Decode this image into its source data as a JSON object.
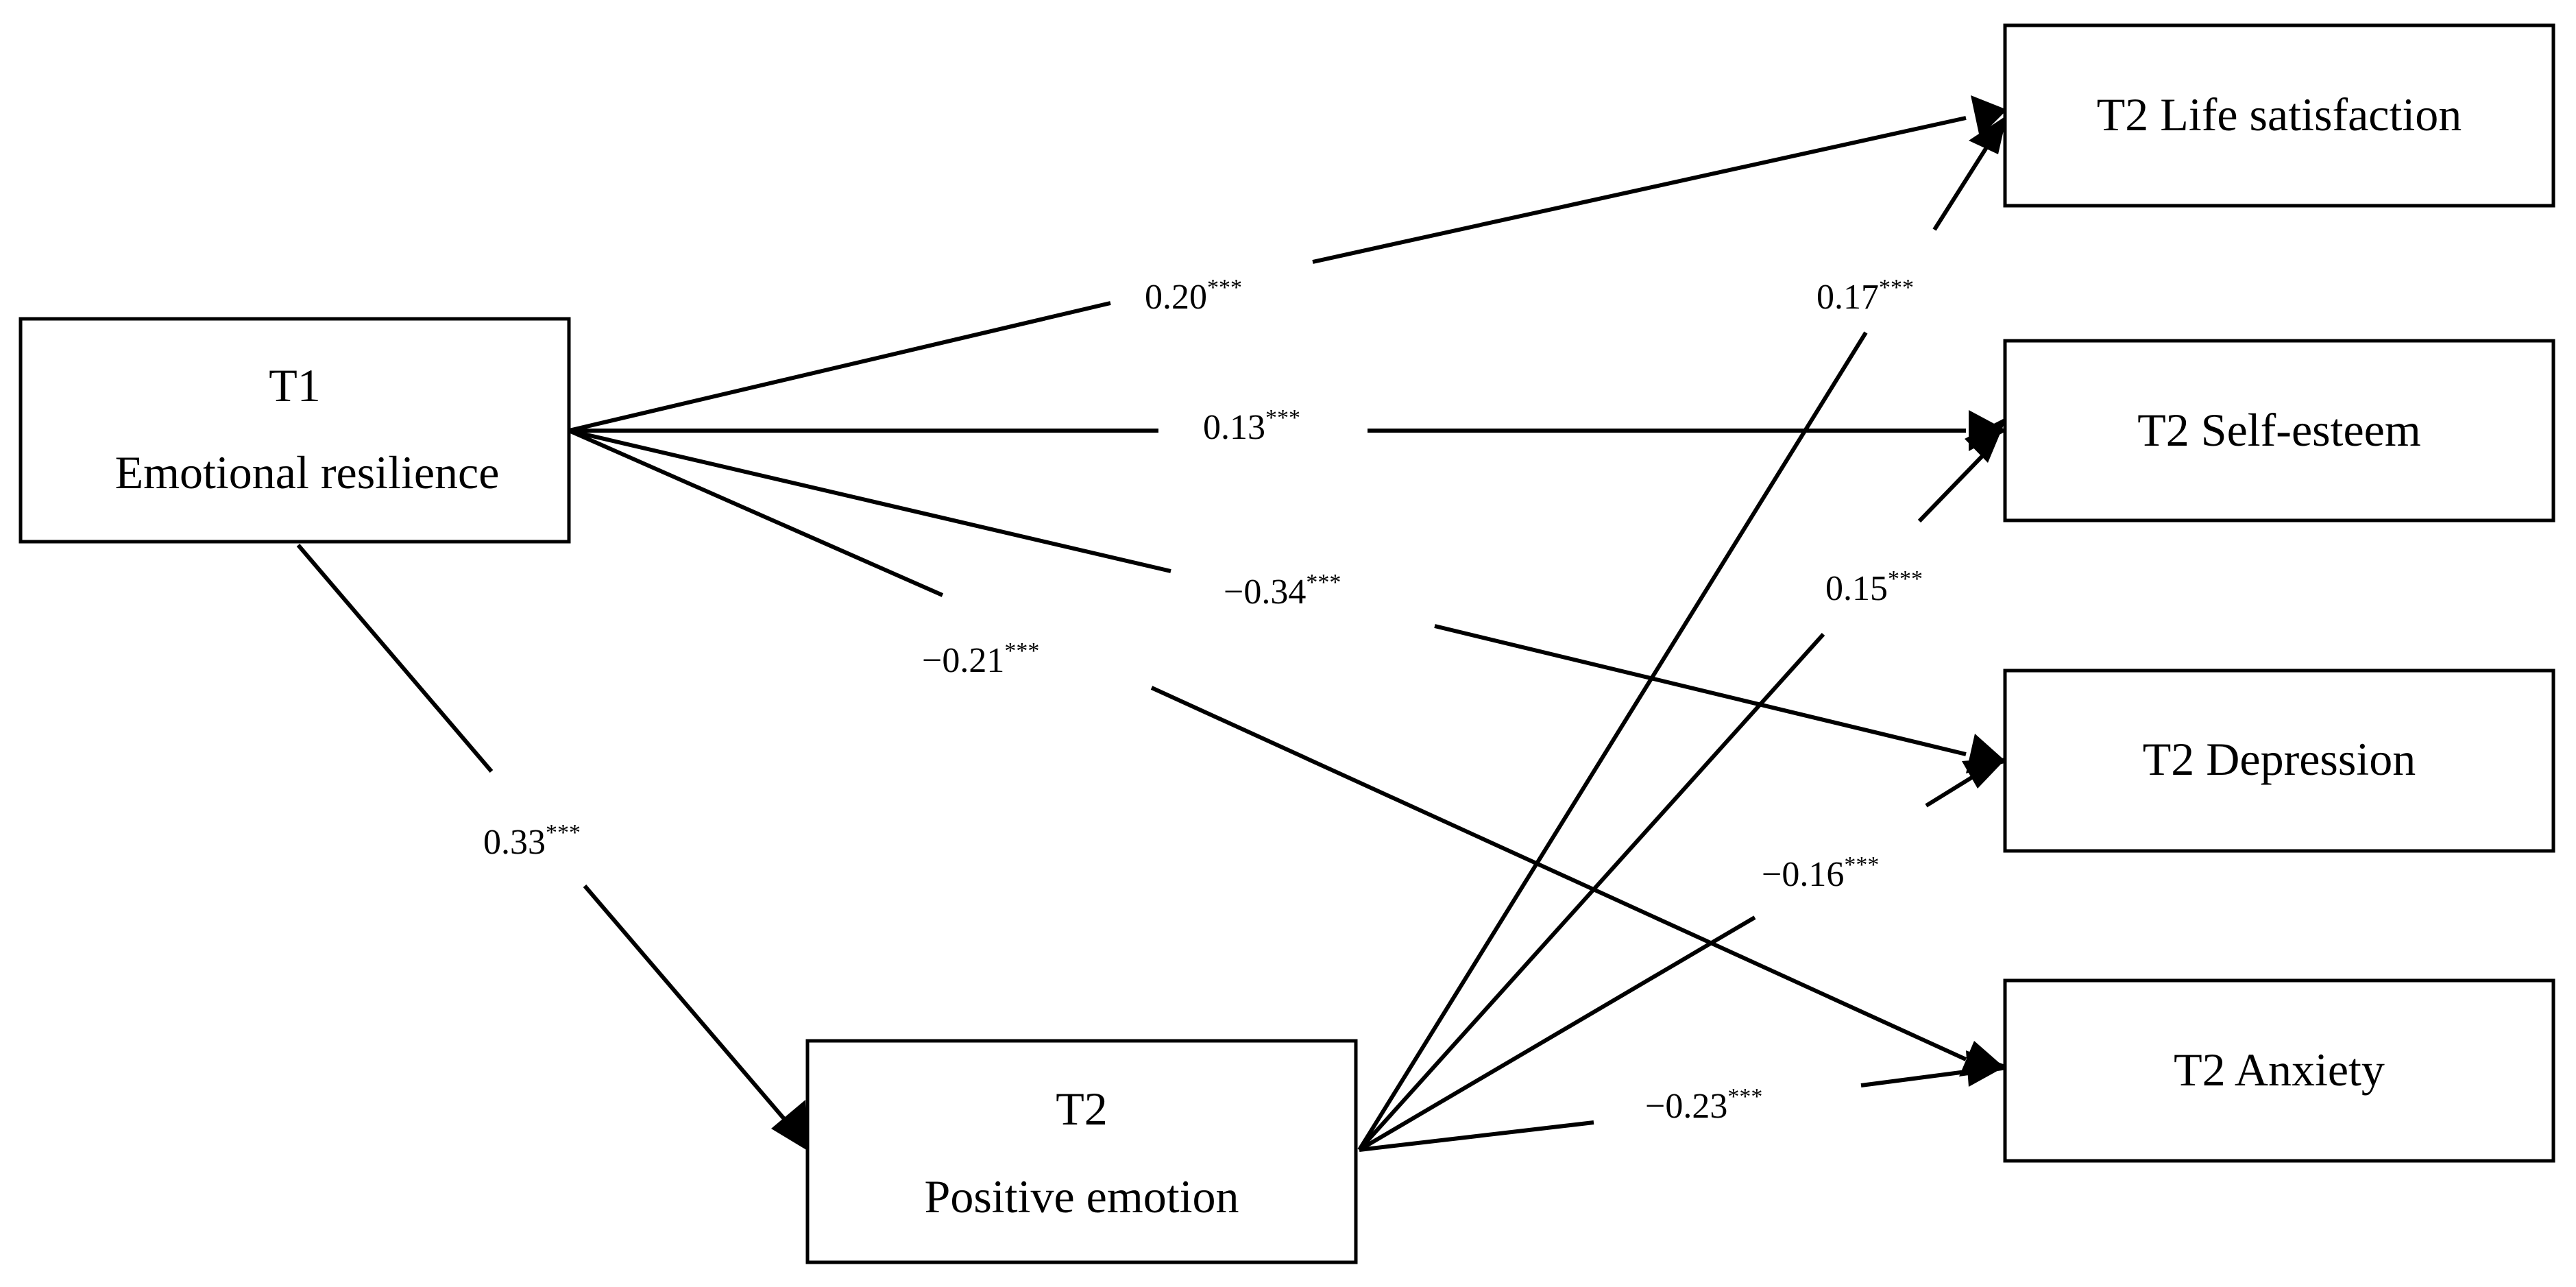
{
  "nodes": {
    "t1_resilience": {
      "line1": "T1",
      "line2": "Emotional resilience"
    },
    "t2_positive": {
      "line1": "T2",
      "line2": "Positive emotion"
    },
    "life_satisfaction": {
      "label": "T2 Life satisfaction"
    },
    "self_esteem": {
      "label": "T2 Self-esteem"
    },
    "depression": {
      "label": "T2 Depression"
    },
    "anxiety": {
      "label": "T2 Anxiety"
    }
  },
  "paths": [
    {
      "id": "er-ls",
      "from": "T1 Emotional resilience",
      "to": "T2 Life satisfaction",
      "coef": "0.20",
      "sig": "***"
    },
    {
      "id": "er-se",
      "from": "T1 Emotional resilience",
      "to": "T2 Self-esteem",
      "coef": "0.13",
      "sig": "***"
    },
    {
      "id": "er-dep",
      "from": "T1 Emotional resilience",
      "to": "T2 Depression",
      "coef": "−0.34",
      "sig": "***"
    },
    {
      "id": "er-anx",
      "from": "T1 Emotional resilience",
      "to": "T2 Anxiety",
      "coef": "−0.21",
      "sig": "***"
    },
    {
      "id": "er-pe",
      "from": "T1 Emotional resilience",
      "to": "T2 Positive emotion",
      "coef": "0.33",
      "sig": "***"
    },
    {
      "id": "pe-ls",
      "from": "T2 Positive emotion",
      "to": "T2 Life satisfaction",
      "coef": "0.17",
      "sig": "***"
    },
    {
      "id": "pe-se",
      "from": "T2 Positive emotion",
      "to": "T2 Self-esteem",
      "coef": "0.15",
      "sig": "***"
    },
    {
      "id": "pe-dep",
      "from": "T2 Positive emotion",
      "to": "T2 Depression",
      "coef": "−0.16",
      "sig": "***"
    },
    {
      "id": "pe-anx",
      "from": "T2 Positive emotion",
      "to": "T2 Anxiety",
      "coef": "−0.23",
      "sig": "***"
    }
  ]
}
